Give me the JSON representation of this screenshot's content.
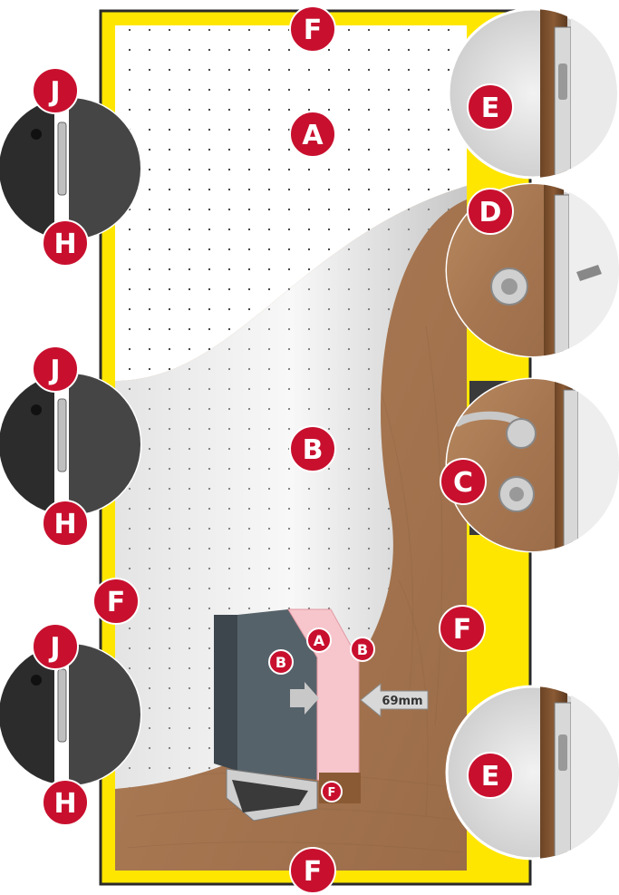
{
  "diagram": {
    "colors": {
      "frame": "#ffe600",
      "outline": "#2a2a2a",
      "badge": "#c8102e",
      "wood": "#a77a55",
      "foil": "#d9d9d9",
      "insulation": "#f6c6cc",
      "steel": "#4e5960"
    },
    "markers": {
      "frame_top": "F",
      "frame_left": "F",
      "frame_right": "F",
      "frame_bottom": "F",
      "panel_outer": "A",
      "panel_middle": "B",
      "lock_top": "E",
      "lock_cylinder": "D",
      "handle_lock": "C",
      "lock_bottom": "E",
      "hinge_upper_j": "J",
      "hinge_upper_h": "H",
      "hinge_middle_j": "J",
      "hinge_middle_h": "H",
      "hinge_lower_j": "J",
      "hinge_lower_h": "H",
      "section_a": "A",
      "section_b_left": "B",
      "section_b_right": "B",
      "section_f": "F"
    },
    "thickness_label": "69mm"
  }
}
